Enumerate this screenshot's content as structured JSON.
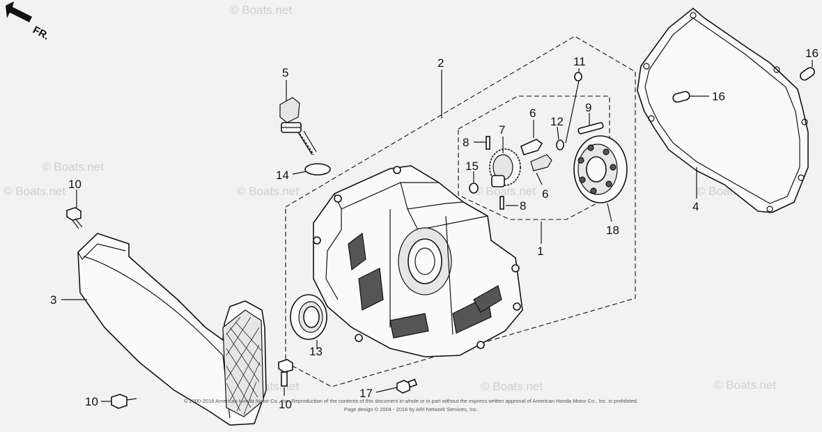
{
  "orientation_label": "FR.",
  "watermarks": [
    "© Boats.net",
    "© Boats.net",
    "© Boats.net",
    "© Boats.net",
    "© Boats.net",
    "© Boats.net",
    "© Boats.net",
    "© Boats.net",
    "© Boats.net"
  ],
  "callouts": [
    "1",
    "2",
    "3",
    "4",
    "5",
    "6",
    "6",
    "7",
    "8",
    "8",
    "9",
    "10",
    "10",
    "10",
    "11",
    "12",
    "13",
    "14",
    "15",
    "16",
    "16",
    "17",
    "18"
  ],
  "copyright": {
    "line1": "© 2000-2016 American Honda Motor Co., Inc. Reproduction of the contents of this document in whole or in part without the express written approval of American Honda Motor Co., Inc. is prohibited.",
    "line2": "Page design © 2004 - 2016 by ARI Network Services, Inc."
  }
}
